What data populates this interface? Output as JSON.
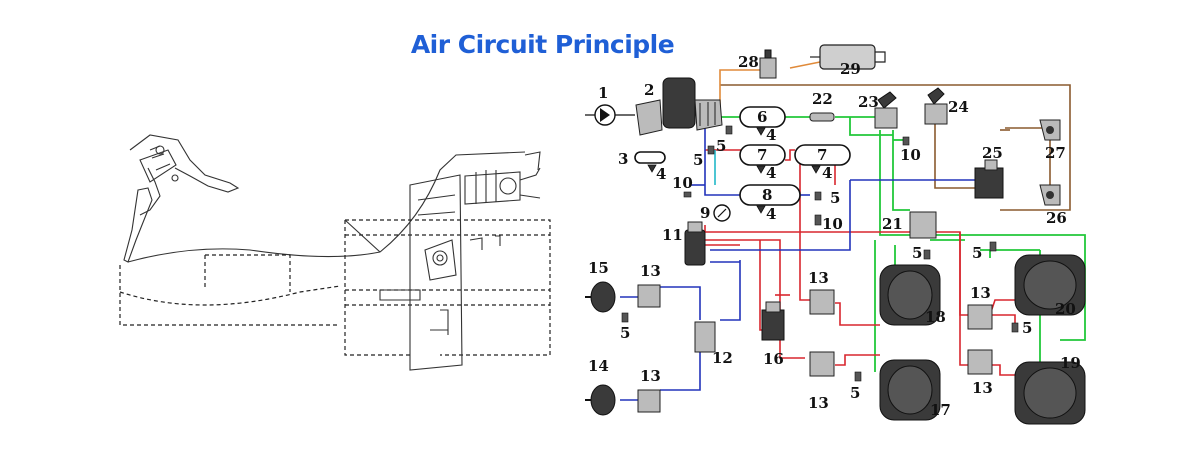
{
  "title": "Air Circuit Principle",
  "colors": {
    "title": "#1f5fd6",
    "green_line": "#22c83a",
    "red_line": "#d8262e",
    "blue_line": "#2233bb",
    "brown_line": "#8a5a2e",
    "orange_line": "#e08a3a",
    "cyan_line": "#20b8c8"
  },
  "diagram": {
    "labels": {
      "n1": "1",
      "n2": "2",
      "n3": "3",
      "n4a": "4",
      "n4b": "4",
      "n4c": "4",
      "n4d": "4",
      "n4e": "4",
      "n5a": "5",
      "n5b": "5",
      "n5c": "5",
      "n5d": "5",
      "n5e": "5",
      "n5f": "5",
      "n5g": "5",
      "n5h": "5",
      "n6": "6",
      "n7a": "7",
      "n7b": "7",
      "n8": "8",
      "n9": "9",
      "n10a": "10",
      "n10b": "10",
      "n10c": "10",
      "n11": "11",
      "n12": "12",
      "n13a": "13",
      "n13b": "13",
      "n13c": "13",
      "n13d": "13",
      "n13e": "13",
      "n13f": "13",
      "n14": "14",
      "n15": "15",
      "n16": "16",
      "n17": "17",
      "n18": "18",
      "n19": "19",
      "n20": "20",
      "n21": "21",
      "n22": "22",
      "n23": "23",
      "n24": "24",
      "n25": "25",
      "n26": "26",
      "n27": "27",
      "n28": "28",
      "n29": "29"
    }
  }
}
